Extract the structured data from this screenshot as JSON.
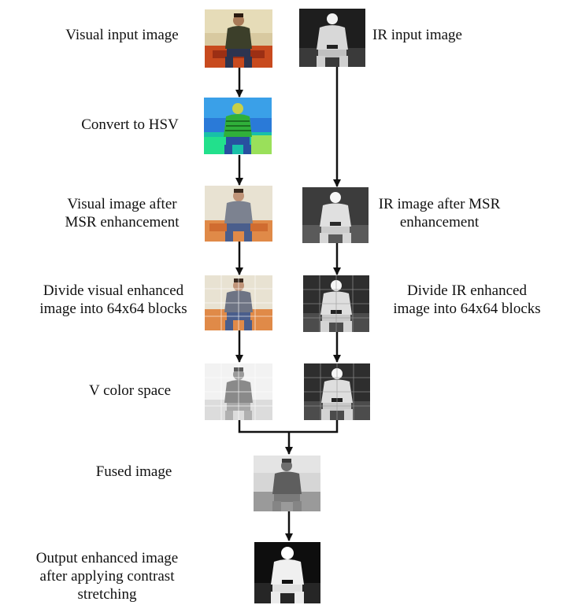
{
  "labels": {
    "visual_input": "Visual input image",
    "ir_input": "IR input image",
    "convert_hsv": "Convert to HSV",
    "visual_msr": [
      "Visual image after",
      "MSR enhancement"
    ],
    "ir_msr": [
      "IR image after MSR",
      "enhancement"
    ],
    "divide_visual": [
      "Divide visual enhanced",
      "image into 64x64 blocks"
    ],
    "divide_ir": [
      "Divide IR enhanced",
      "image into 64x64 blocks"
    ],
    "v_space": "V color space",
    "fused": "Fused image",
    "output": [
      "Output enhanced image",
      "after applying contrast",
      "stretching"
    ]
  },
  "colors": {
    "line": "#111111",
    "text": "#111111"
  }
}
